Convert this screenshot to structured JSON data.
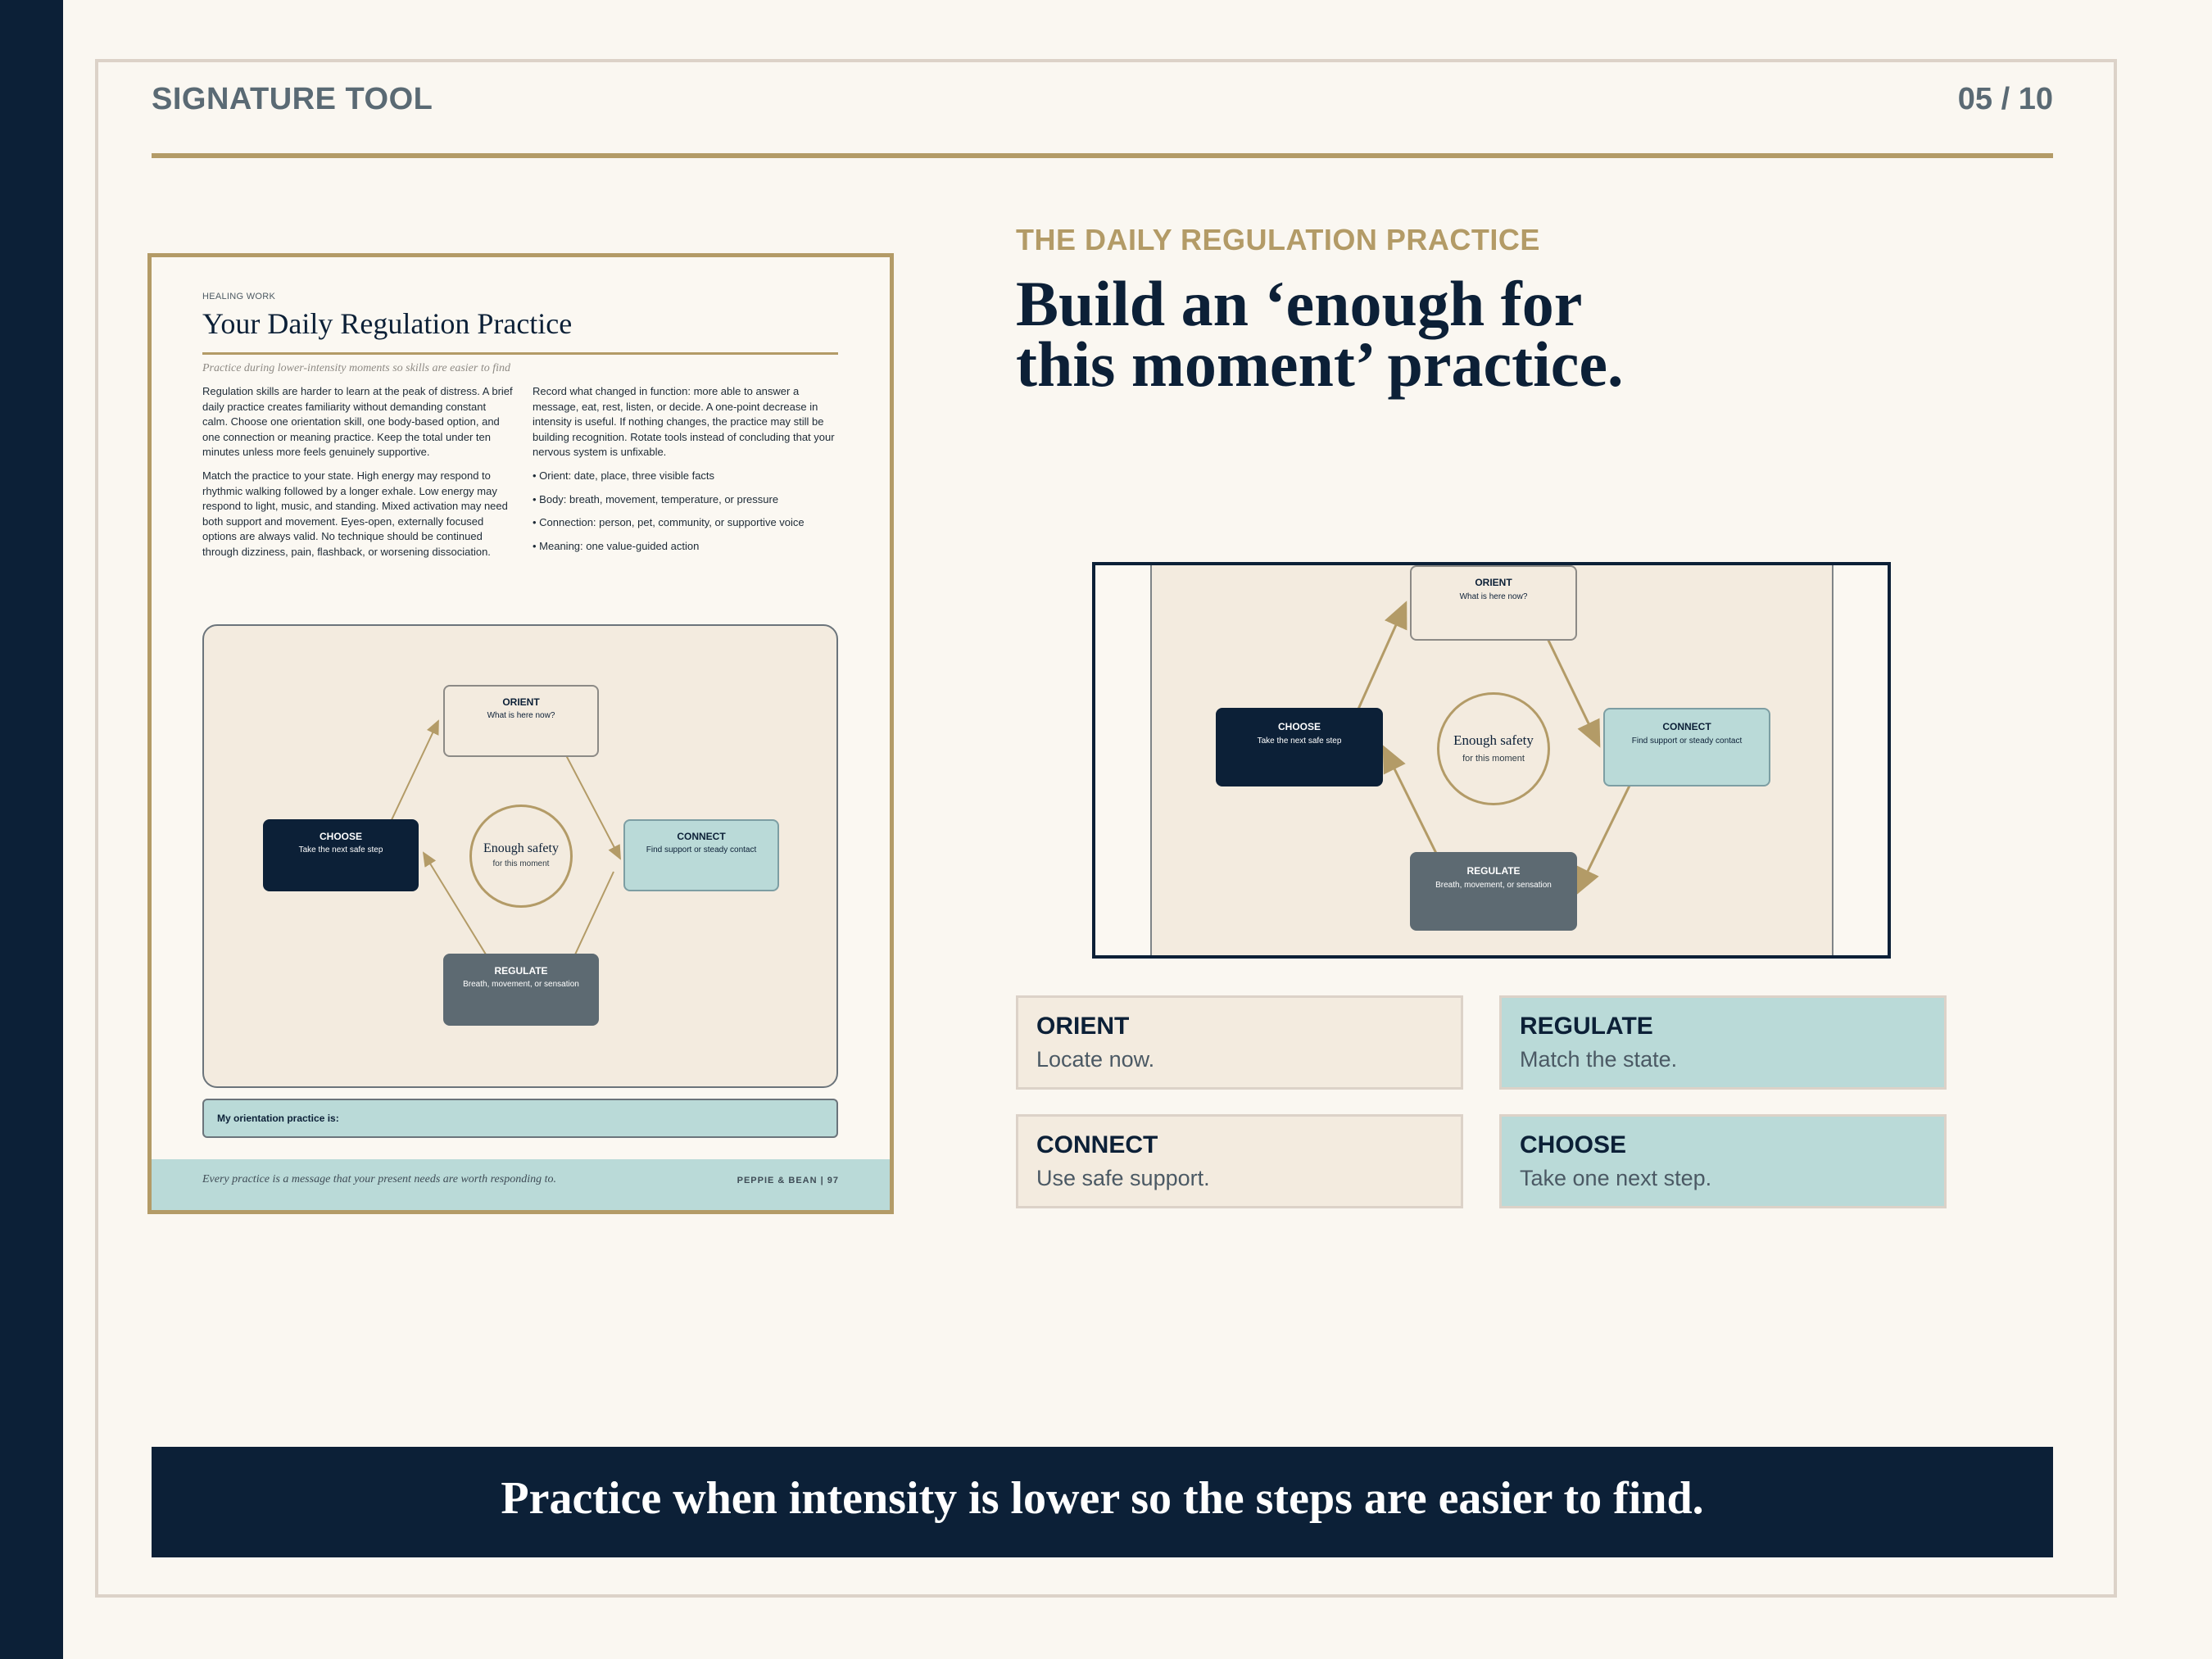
{
  "slide": {
    "label": "SIGNATURE TOOL",
    "page": "05 / 10"
  },
  "doc": {
    "kicker": "HEALING WORK",
    "title": "Your Daily Regulation Practice",
    "subtitle": "Practice during lower-intensity moments so skills are easier to find",
    "col1": [
      "Regulation skills are harder to learn at the peak of distress. A brief daily practice creates familiarity without demanding constant calm. Choose one orientation skill, one body-based option, and one connection or meaning practice. Keep the total under ten minutes unless more feels genuinely supportive.",
      "Match the practice to your state. High energy may respond to rhythmic walking followed by a longer exhale. Low energy may respond to light, music, and standing. Mixed activation may need both support and movement. Eyes-open, externally focused options are always valid. No technique should be continued through dizziness, pain, flashback, or worsening dissociation."
    ],
    "col2_text": "Record what changed in function: more able to answer a message, eat, rest, listen, or decide. A one-point decrease in intensity is useful. If nothing changes, the practice may still be building recognition. Rotate tools instead of concluding that your nervous system is unfixable.",
    "bullets": [
      "• Orient: date, place, three visible facts",
      "• Body: breath, movement, temperature, or pressure",
      "• Connection: person, pet, community, or supportive voice",
      "• Meaning: one value-guided action"
    ],
    "field_label": "My orientation practice is:",
    "footer_quote": "Every practice is a message that your present needs are worth responding to.",
    "footer_brand": "PEPPIE & BEAN  |  97"
  },
  "diagram": {
    "orient": {
      "title": "ORIENT",
      "sub": "What is here now?"
    },
    "connect": {
      "title": "CONNECT",
      "sub": "Find support or steady contact"
    },
    "regulate": {
      "title": "REGULATE",
      "sub": "Breath, movement, or sensation"
    },
    "choose": {
      "title": "CHOOSE",
      "sub": "Take the next safe step"
    },
    "hub": {
      "title": "Enough safety",
      "sub": "for this moment"
    }
  },
  "right": {
    "kicker": "THE DAILY REGULATION PRACTICE",
    "headline_line1": "Build an ‘enough for",
    "headline_line2": "this moment’ practice."
  },
  "cards": [
    {
      "title": "ORIENT",
      "desc": "Locate now."
    },
    {
      "title": "REGULATE",
      "desc": "Match the state."
    },
    {
      "title": "CONNECT",
      "desc": "Use safe support."
    },
    {
      "title": "CHOOSE",
      "desc": "Take one next step."
    }
  ],
  "banner": "Practice when intensity is lower so the steps are easier to find.",
  "colors": {
    "navy": "#0c2037",
    "gold": "#b39b67",
    "teal": "#badad8",
    "slate": "#5d6a72",
    "cream": "#f3ebdf",
    "background": "#faf7f1"
  }
}
